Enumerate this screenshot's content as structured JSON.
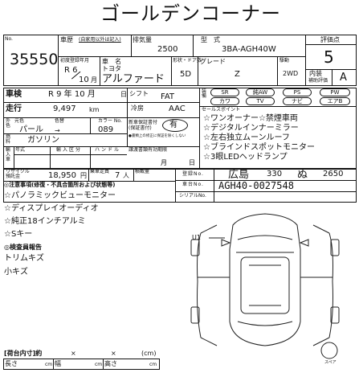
{
  "title": "ゴールデンコーナー",
  "lot": {
    "label": "No.",
    "number": "35550"
  },
  "history": {
    "label": "車歴",
    "sub": "(自家用以外は記入)"
  },
  "displacement": {
    "label": "排気量",
    "value": "2500"
  },
  "model": {
    "label": "型　式",
    "value": "3BA-AGH40W"
  },
  "score": {
    "label": "評価点",
    "value": "5",
    "interior_label": "内装",
    "interior_sub": "補助評価",
    "interior_value": "A"
  },
  "first_reg": {
    "label": "初度登録年月",
    "era": "R 6",
    "month": "10",
    "month_unit": "月"
  },
  "car_name": {
    "label": "車　名",
    "maker": "トヨタ",
    "value": "アルファード"
  },
  "doors": {
    "label": "形状・ドア数",
    "value": "5D"
  },
  "grade": {
    "label": "グレード",
    "value": "Z"
  },
  "drive": {
    "label": "駆動",
    "value": "2WD"
  },
  "inspection": {
    "label": "車検",
    "value": "R 9 年 10 月",
    "day_unit": "日"
  },
  "shift": {
    "label": "シフト",
    "value": "FAT"
  },
  "options": [
    "SR",
    "純AW",
    "PS",
    "PW",
    "カワ",
    "TV",
    "ナビ",
    "エアB"
  ],
  "mileage": {
    "label": "走行",
    "value": "9,497",
    "unit": "km"
  },
  "ac": {
    "label": "冷房",
    "value": "AAC"
  },
  "selling_label": "セールスポイント",
  "selling_points": [
    "☆ワンオーナー☆禁煙車両",
    "☆デジタルインナーミラー",
    "☆左右独立ムーンルーフ",
    "☆ブラインドスポットモニター",
    "☆3眼LEDヘッドランプ"
  ],
  "color": {
    "label": "外色",
    "orig_label": "元色",
    "paint_label": "色替",
    "value": "パール",
    "arrow": "→",
    "code_label": "カラー No.",
    "code": "089"
  },
  "warranty": {
    "label": "新車保証書付",
    "sub": "(保証書付)",
    "value": "有",
    "note": "●書類上の修正に保証を除くしない"
  },
  "fuel": {
    "label": "燃料",
    "value": "ガソリン"
  },
  "import": {
    "label": "輸入車",
    "year_label": "年式",
    "import_label": "輸入区分",
    "handle_label": "ハンドル"
  },
  "transfer": {
    "label": "譲渡書類有効期限",
    "month_unit": "月",
    "day_unit": "日"
  },
  "recycle": {
    "label": "リサイクル預託金",
    "value": "18,950",
    "unit": "円"
  },
  "capacity": {
    "label": "乗車定員",
    "value": "7",
    "unit": "人"
  },
  "load_label": "積載量",
  "plate": {
    "label": "登録No.",
    "region": "広島",
    "class_no": "330",
    "kana": "ぬ",
    "number": "2650"
  },
  "chassis": {
    "label": "車台No.",
    "value": "AGH40-0027548"
  },
  "serial": {
    "label": "シリアルNo."
  },
  "notes_header": "◎注意事項(修復・不具合箇所および状態等)",
  "notes": [
    "☆パノラミックビューモニター",
    "☆ディスプレイオーディオ",
    "☆純正18インチアルミ",
    "☆Sキー"
  ],
  "inspector_header": "◎検査員報告",
  "inspector_notes": [
    "トリムキズ",
    "小キズ"
  ],
  "diagram_label": "U1",
  "spare_label": "スペア",
  "cargo": {
    "label": "[荷台内寸]約",
    "x1": "×",
    "x2": "×",
    "unit": "(cm)",
    "length": "長さ",
    "width": "幅",
    "height": "高さ",
    "cm": "cm"
  }
}
